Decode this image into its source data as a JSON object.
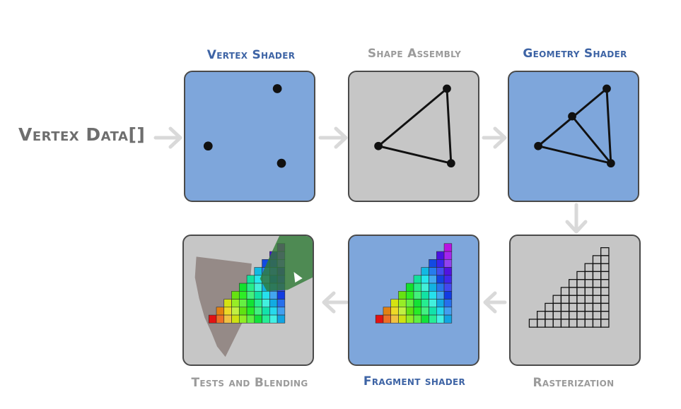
{
  "input": {
    "label": "Vertex Data[]"
  },
  "stages": {
    "vertex_shader": {
      "title": "Vertex Shader"
    },
    "shape_assembly": {
      "title": "Shape Assembly"
    },
    "geometry_shader": {
      "title": "Geometry Shader"
    },
    "rasterization": {
      "title": "Rasterization"
    },
    "fragment_shader": {
      "title": "Fragment shader"
    },
    "tests_blending": {
      "title": "Tests and Blending"
    }
  },
  "colors": {
    "programmable_stage": "#7ea6db",
    "fixed_stage": "#c6c6c6",
    "programmable_title": "#3e64a5",
    "fixed_title": "#9b9b9b",
    "arrow": "#d9d9d9"
  }
}
